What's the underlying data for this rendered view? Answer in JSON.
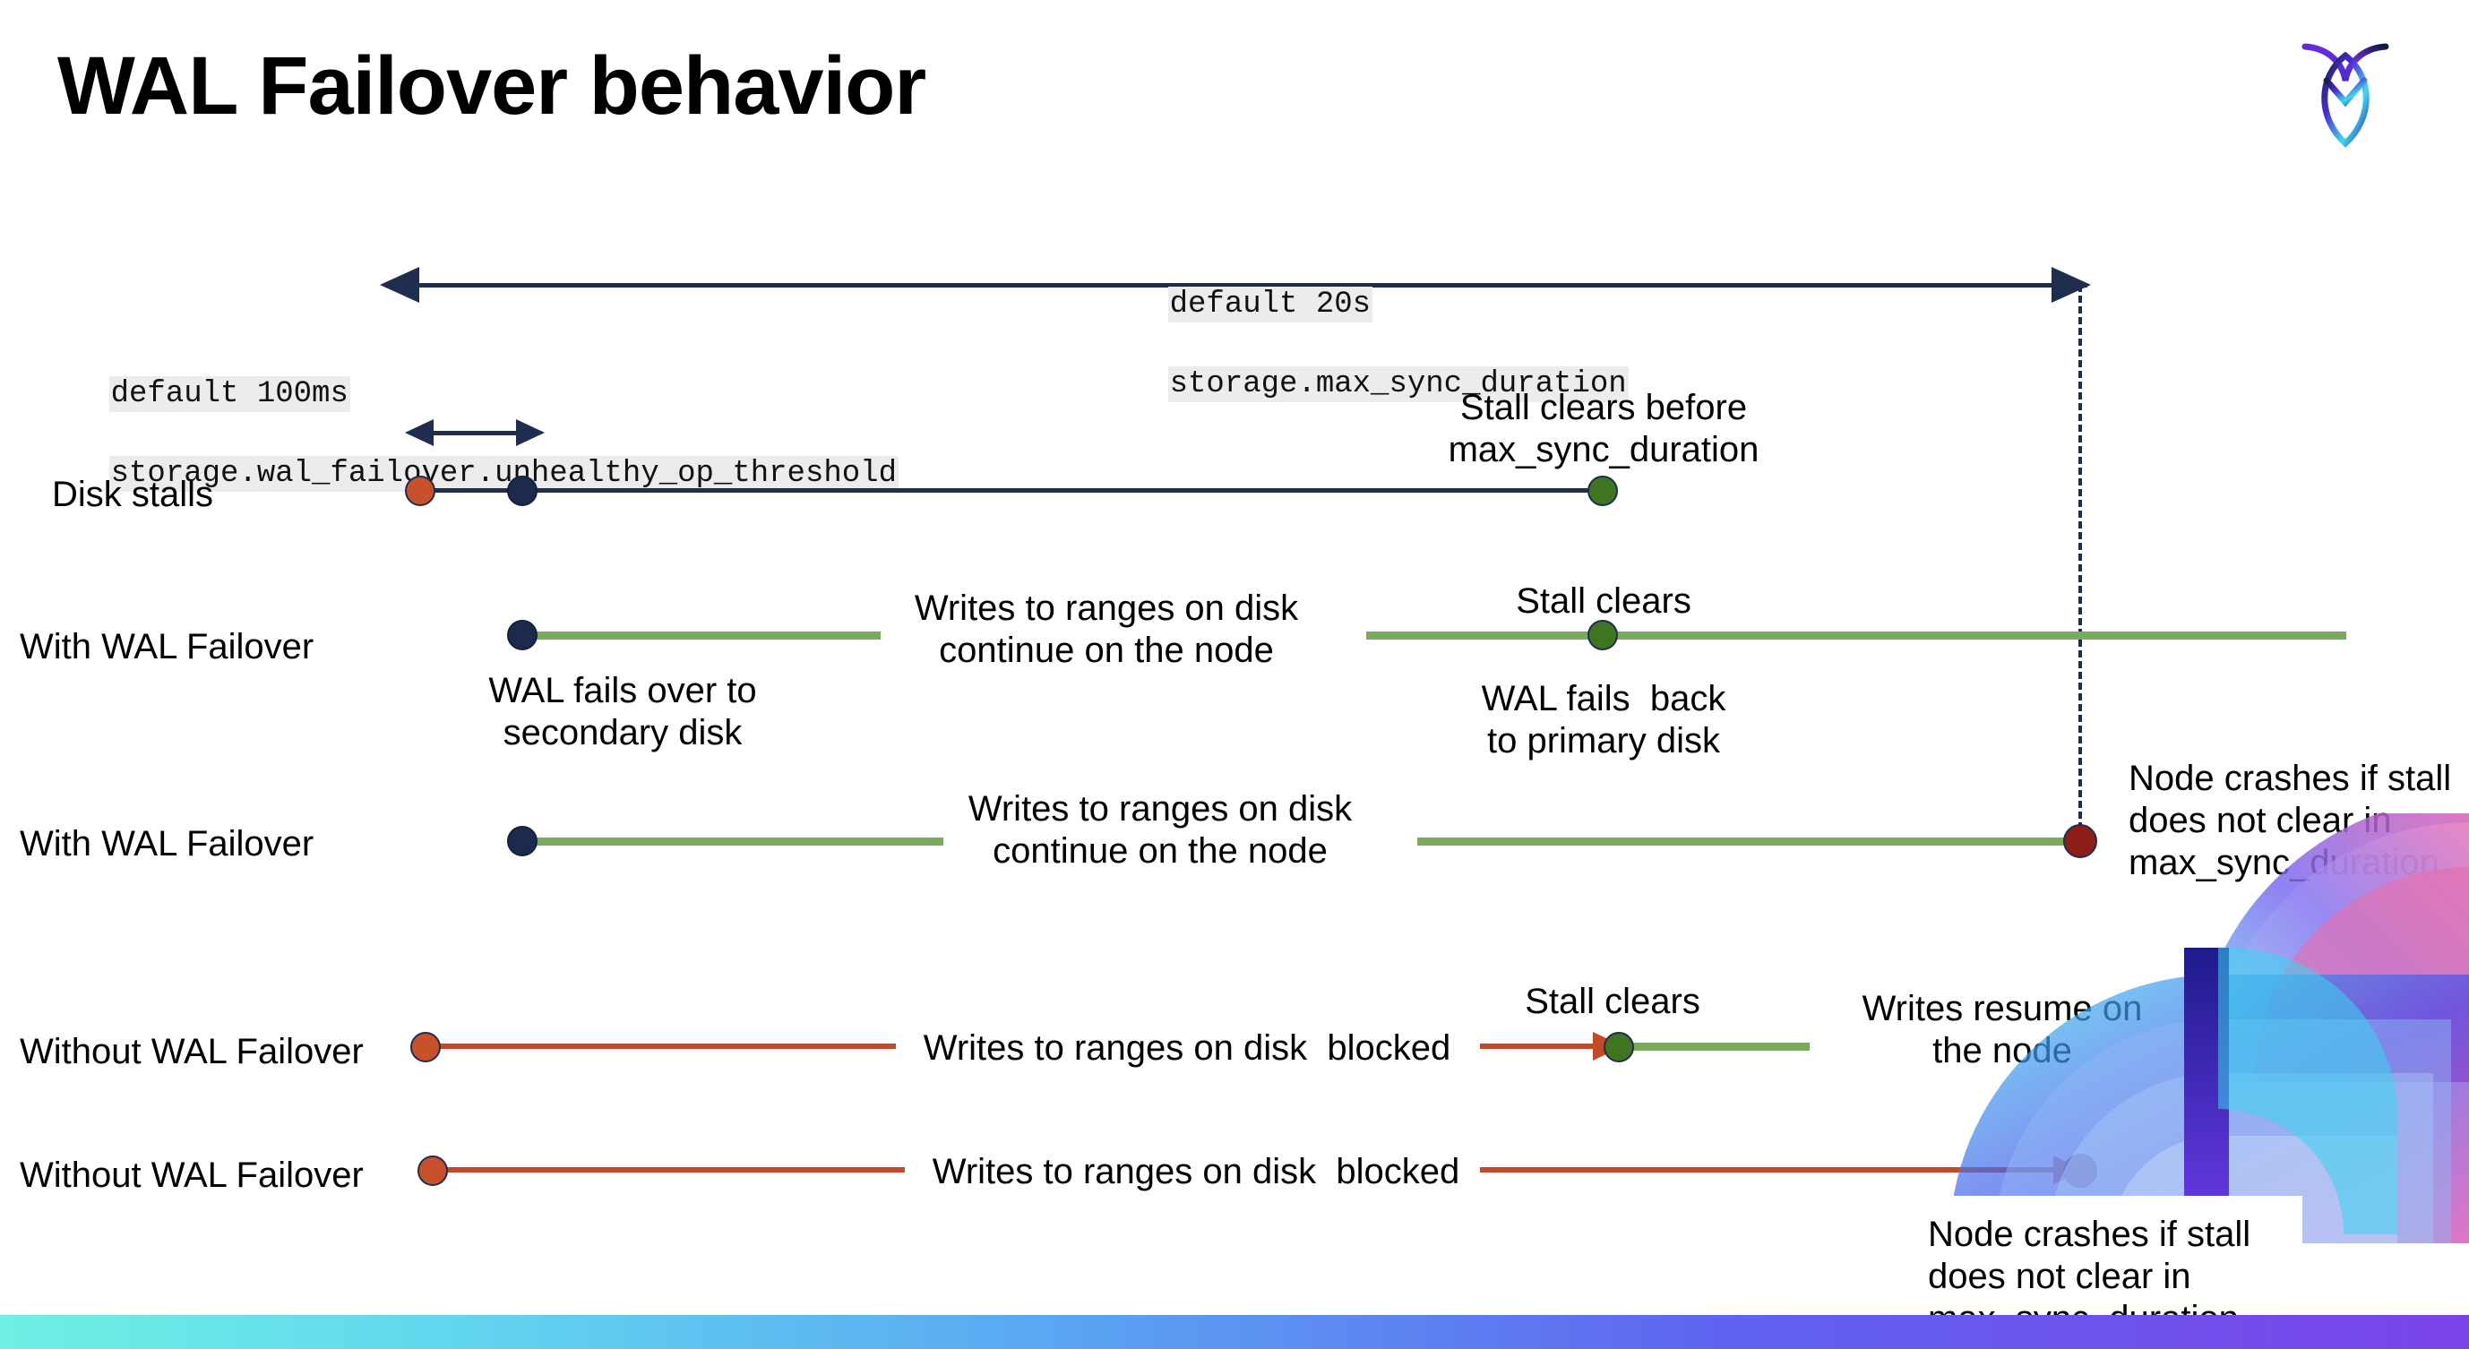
{
  "slide": {
    "title": "WAL Failover behavior",
    "logo_icon": "cockroachdb-logo-icon"
  },
  "annotations": {
    "max_sync": {
      "line1": "default 20s",
      "line2": "storage.max_sync_duration"
    },
    "unhealthy_op": {
      "line1": "default 100ms",
      "line2": "storage.wal_failover.unhealthy_op_threshold"
    }
  },
  "rows": [
    {
      "id": "disk-stalls",
      "label": "Disk stalls",
      "notes": [
        {
          "id": "stall-clears-before",
          "text": "Stall clears before\nmax_sync_duration"
        }
      ]
    },
    {
      "id": "with-wal-failover-1",
      "label": "With WAL Failover",
      "notes": [
        {
          "id": "writes-continue",
          "text": "Writes to ranges on disk\ncontinue on the node"
        },
        {
          "id": "wal-fails-over",
          "text": "WAL fails over to\nsecondary disk"
        },
        {
          "id": "stall-clears",
          "text": "Stall clears"
        },
        {
          "id": "wal-fails-back",
          "text": "WAL fails  back\nto primary disk"
        }
      ]
    },
    {
      "id": "with-wal-failover-2",
      "label": "With WAL Failover",
      "notes": [
        {
          "id": "writes-continue",
          "text": "Writes to ranges on disk\ncontinue on the node"
        },
        {
          "id": "node-crashes",
          "text": "Node crashes if stall\ndoes not clear in\nmax_sync_duration"
        }
      ]
    },
    {
      "id": "without-wal-failover-1",
      "label": "Without WAL Failover",
      "notes": [
        {
          "id": "writes-blocked",
          "text": "Writes to ranges on disk  blocked"
        },
        {
          "id": "stall-clears",
          "text": "Stall clears"
        },
        {
          "id": "writes-resume",
          "text": "Writes resume on\nthe node"
        }
      ]
    },
    {
      "id": "without-wal-failover-2",
      "label": "Without WAL Failover",
      "notes": [
        {
          "id": "writes-blocked",
          "text": "Writes to ranges on disk  blocked"
        },
        {
          "id": "node-crashes",
          "text": "Node crashes if stall\ndoes not clear in\nmax_sync_duration"
        }
      ]
    }
  ],
  "colors": {
    "navy": "#1f2d4e",
    "green_line": "#7aab5c",
    "red_line": "#c24a28",
    "dot_orange": "#c8512b",
    "dot_navy": "#1d2a4d",
    "dot_green": "#3f7420",
    "dot_dark_red": "#8f1d17",
    "code_highlight": "#ececec"
  }
}
